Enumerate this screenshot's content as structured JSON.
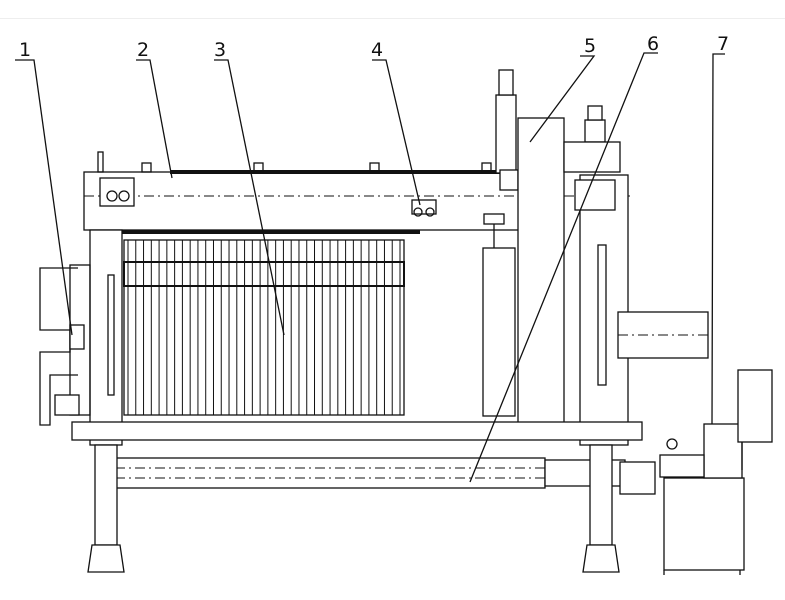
{
  "diagram": {
    "callouts": [
      {
        "id": "1",
        "label": "1"
      },
      {
        "id": "2",
        "label": "2"
      },
      {
        "id": "3",
        "label": "3"
      },
      {
        "id": "4",
        "label": "4"
      },
      {
        "id": "5",
        "label": "5"
      },
      {
        "id": "6",
        "label": "6"
      },
      {
        "id": "7",
        "label": "7"
      }
    ],
    "filter_plate_count": 36
  }
}
